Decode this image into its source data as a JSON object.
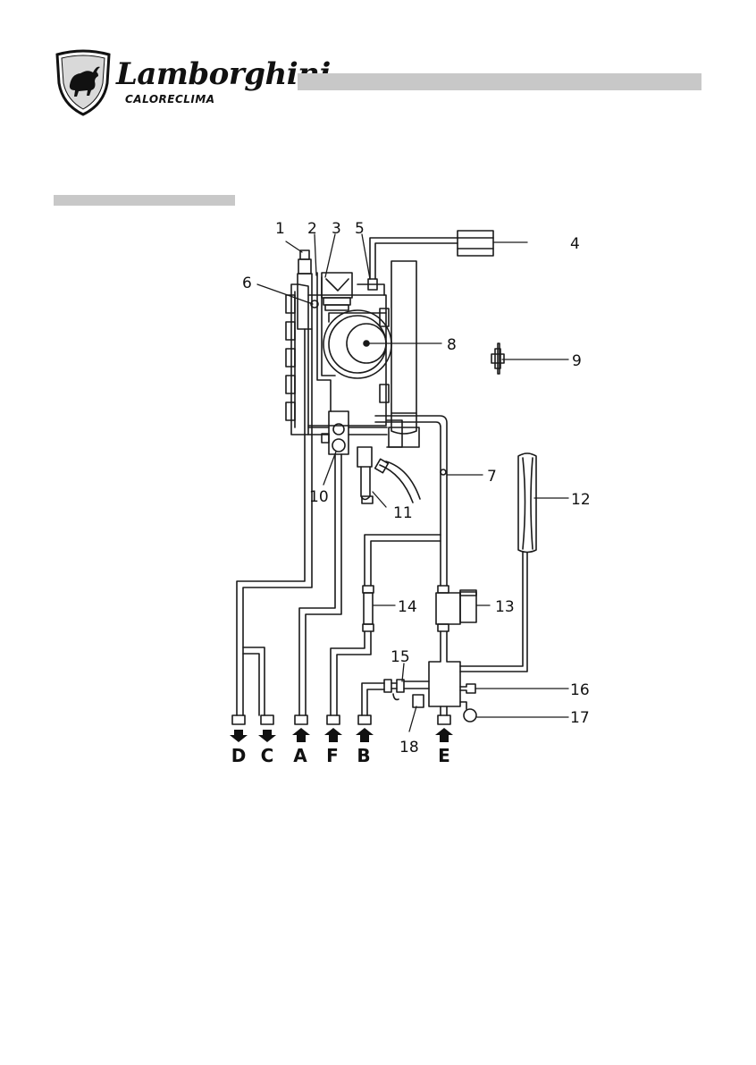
{
  "brand": {
    "name": "Lamborghini",
    "subname": "CALORECLIMA"
  },
  "callouts": [
    "1",
    "2",
    "3",
    "4",
    "5",
    "6",
    "7",
    "8",
    "9",
    "10",
    "11",
    "12",
    "13",
    "14",
    "15",
    "16",
    "17",
    "18"
  ],
  "connections": [
    {
      "letter": "D",
      "direction": "down"
    },
    {
      "letter": "C",
      "direction": "down"
    },
    {
      "letter": "A",
      "direction": "up"
    },
    {
      "letter": "F",
      "direction": "up"
    },
    {
      "letter": "B",
      "direction": "up"
    },
    {
      "letter": "E",
      "direction": "up"
    }
  ],
  "colors": {
    "bar": "#c8c8c8",
    "line": "#1a1a1a"
  }
}
